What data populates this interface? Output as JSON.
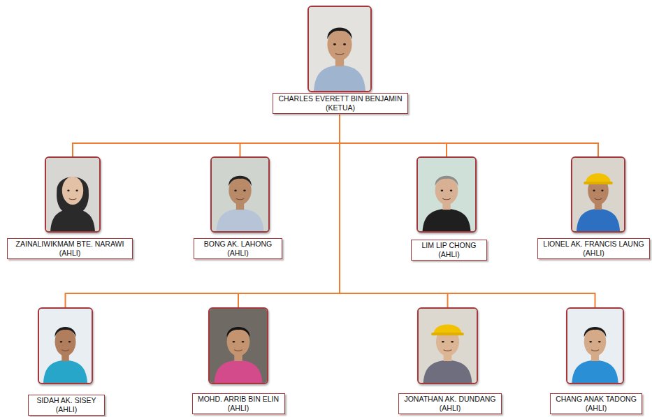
{
  "diagram": {
    "nodes": [
      {
        "text": [
          "CHARLES EVERETT BIN BENJAMIN",
          "(KETUA)"
        ]
      },
      {
        "text": [
          "ZAINALIWIKMAM BTE. NARAWI",
          "(AHLI)"
        ]
      },
      {
        "text": [
          "BONG AK. LAHONG",
          "(AHLI)"
        ]
      },
      {
        "text": [
          "LIM LIP CHONG",
          "(AHLI)"
        ]
      },
      {
        "text": [
          "LIONEL AK. FRANCIS LAUNG",
          "(AHLI)"
        ]
      },
      {
        "text": [
          "SIDAH AK. SISEY",
          "(AHLI)"
        ]
      },
      {
        "text": [
          "MOHD. ARRIB BIN ELIN",
          "(AHLI)"
        ]
      },
      {
        "text": [
          "JONATHAN AK. DUNDANG",
          "(AHLI)"
        ]
      },
      {
        "text": [
          "CHANG ANAK TADONG",
          "(AHLI)"
        ]
      }
    ],
    "edges": [
      {
        "from": 0,
        "to": 1,
        "arrow": "none"
      },
      {
        "from": 0,
        "to": 2,
        "arrow": "none"
      },
      {
        "from": 0,
        "to": 3,
        "arrow": "none"
      },
      {
        "from": 0,
        "to": 4,
        "arrow": "none"
      },
      {
        "from": 0,
        "to": 5,
        "arrow": "none"
      },
      {
        "from": 0,
        "to": 6,
        "arrow": "none"
      },
      {
        "from": 0,
        "to": 7,
        "arrow": "none"
      },
      {
        "from": 0,
        "to": 8,
        "arrow": "none"
      }
    ]
  }
}
